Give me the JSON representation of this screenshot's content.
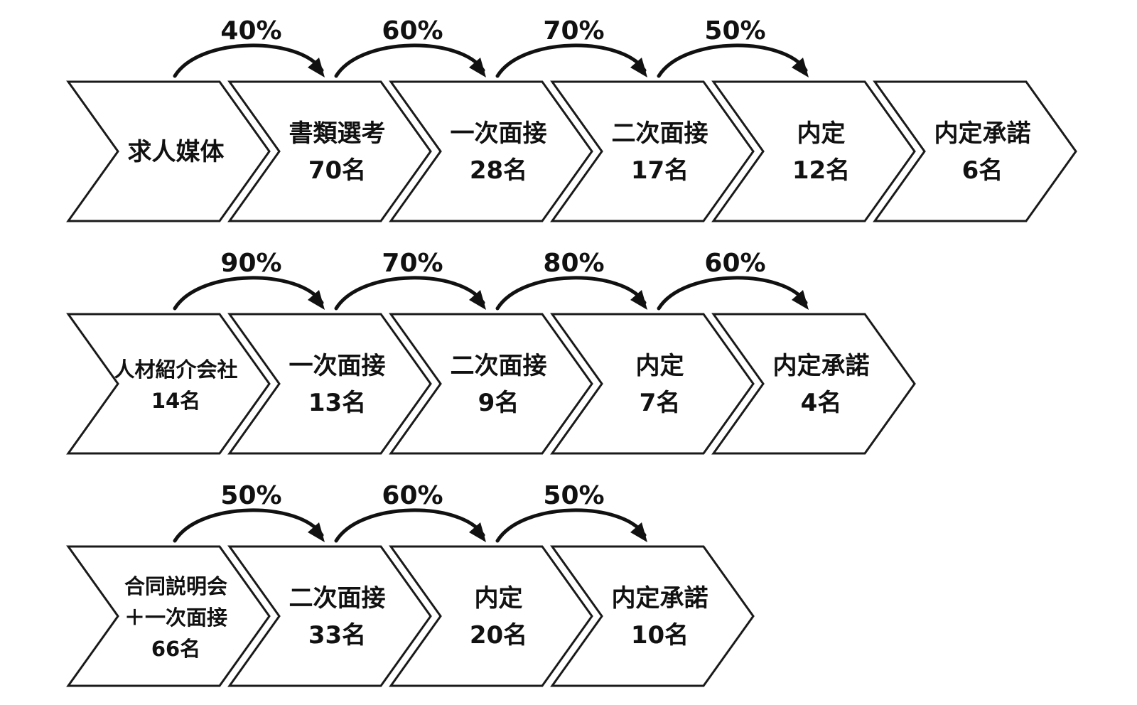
{
  "rows": [
    {
      "stages": [
        {
          "lines": [
            "求人媒体"
          ]
        },
        {
          "lines": [
            "書類選考",
            "70名"
          ]
        },
        {
          "lines": [
            "一次面接",
            "28名"
          ]
        },
        {
          "lines": [
            "二次面接",
            "17名"
          ]
        },
        {
          "lines": [
            "内定",
            "12名"
          ]
        },
        {
          "lines": [
            "内定承諾",
            "6名"
          ]
        }
      ],
      "rates": [
        "40%",
        "60%",
        "70%",
        "50%"
      ]
    },
    {
      "stages": [
        {
          "lines": [
            "人材紹介会社",
            "14名"
          ]
        },
        {
          "lines": [
            "一次面接",
            "13名"
          ]
        },
        {
          "lines": [
            "二次面接",
            "9名"
          ]
        },
        {
          "lines": [
            "内定",
            "7名"
          ]
        },
        {
          "lines": [
            "内定承諾",
            "4名"
          ]
        }
      ],
      "rates": [
        "90%",
        "70%",
        "80%",
        "60%"
      ]
    },
    {
      "stages": [
        {
          "lines": [
            "合同説明会",
            "＋一次面接",
            "66名"
          ]
        },
        {
          "lines": [
            "二次面接",
            "33名"
          ]
        },
        {
          "lines": [
            "内定",
            "20名"
          ]
        },
        {
          "lines": [
            "内定承諾",
            "10名"
          ]
        }
      ],
      "rates": [
        "50%",
        "60%",
        "50%"
      ]
    }
  ],
  "colors": {
    "stroke": "#1a1a1a",
    "fill": "#ffffff",
    "text": "#111111"
  }
}
